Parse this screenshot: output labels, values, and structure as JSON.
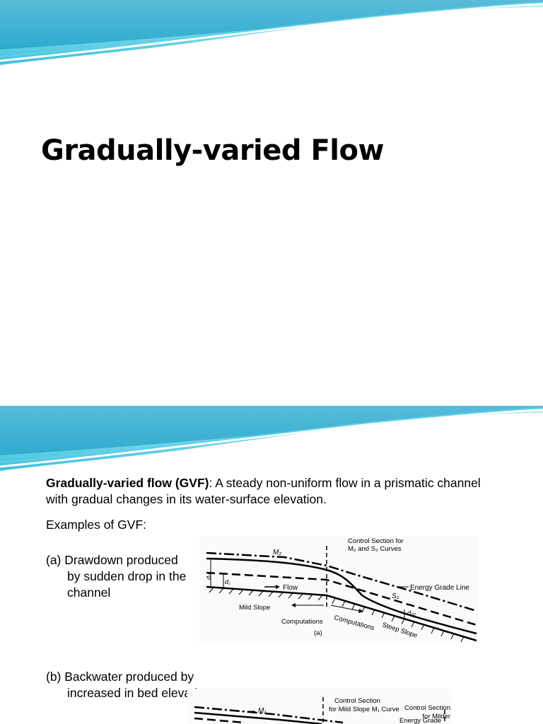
{
  "slide1": {
    "title": "Gradually-varied Flow"
  },
  "slide2": {
    "definition_term": "Gradually-varied flow (GVF)",
    "definition_text": ": A steady non-uniform flow in a prismatic channel with gradual changes in its water-surface elevation.",
    "examples_heading": "Examples of GVF:",
    "example_a_first": "(a) Drawdown produced",
    "example_a_rest": "by sudden drop in the channel",
    "example_b_first": "(b) Backwater produced by",
    "example_b_rest": "increased in bed elevation",
    "figure_a": {
      "control_section_line1": "Control Section for",
      "control_section_line2": "M₂ and S₂ Curves",
      "m2_label": "M₂",
      "s2_label": "S₂",
      "energy_line": "Energy Grade Line",
      "flow": "Flow",
      "mild_slope": "Mild Slope",
      "computations_left": "Computations",
      "computations_right": "Computations",
      "steep_slope": "Steep Slope",
      "caption": "(a)",
      "dn1": "dₙ₁",
      "dc": "d꜀",
      "dn2": "dₙ₂"
    },
    "figure_b": {
      "control_line1": "Control Section",
      "control_line2": "for Mild Slope M₁ Curve",
      "m1_label": "M₁",
      "energy_line": "Energy Grade",
      "right_control_line1": "Control Section",
      "right_control_line2": "for Milder"
    }
  },
  "colors": {
    "banner_light": "#8fe3f0",
    "banner_mid": "#2fb8d8",
    "banner_dark": "#0a7fb0"
  }
}
